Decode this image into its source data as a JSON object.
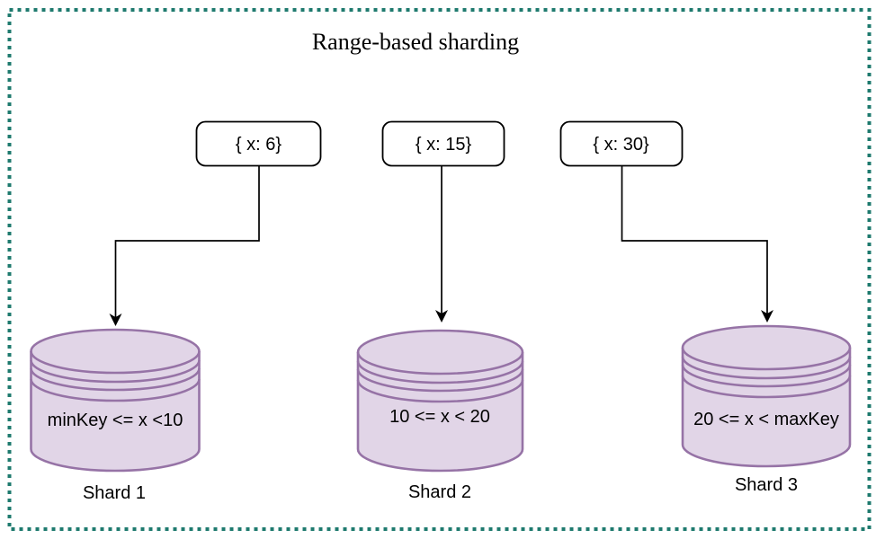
{
  "title": "Range-based sharding",
  "queries": [
    {
      "label": "{ x: 6}"
    },
    {
      "label": "{ x: 15}"
    },
    {
      "label": "{ x: 30}"
    }
  ],
  "shards": [
    {
      "range": "minKey <= x <10",
      "name": "Shard 1"
    },
    {
      "range": "10 <= x < 20",
      "name": "Shard 2"
    },
    {
      "range": "20 <= x < maxKey",
      "name": "Shard 3"
    }
  ],
  "colors": {
    "frame": "#1e7a6e",
    "cylinder_fill": "#e1d5e7",
    "cylinder_stroke": "#9673a6",
    "node_fill": "#ffffff",
    "node_stroke": "#000000",
    "arrow": "#000000",
    "text": "#000000"
  }
}
